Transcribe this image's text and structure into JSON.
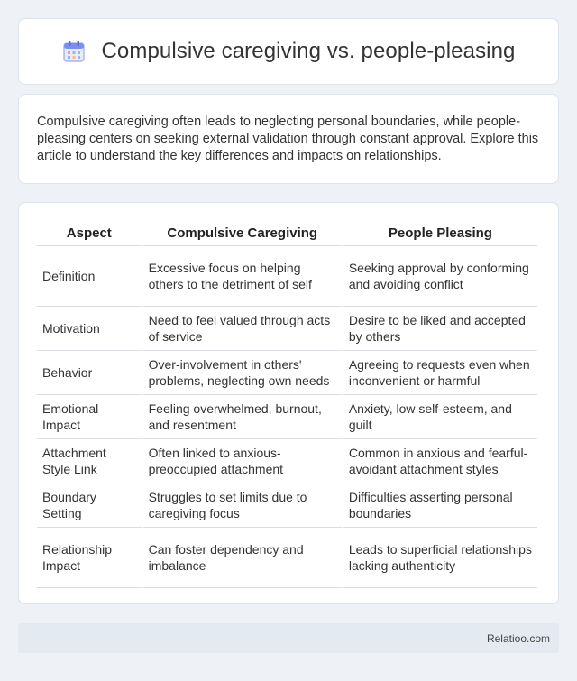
{
  "header": {
    "title": "Compulsive caregiving vs. people-pleasing",
    "icon": "calendar-icon"
  },
  "intro": {
    "text": "Compulsive caregiving often leads to neglecting personal boundaries, while people-pleasing centers on seeking external validation through constant approval. Explore this article to understand the key differences and impacts on relationships."
  },
  "table": {
    "headers": [
      "Aspect",
      "Compulsive Caregiving",
      "People Pleasing"
    ],
    "rows": [
      [
        "Definition",
        "Excessive focus on helping others to the detriment of self",
        "Seeking approval by conforming and avoiding conflict"
      ],
      [
        "Motivation",
        "Need to feel valued through acts of service",
        "Desire to be liked and accepted by others"
      ],
      [
        "Behavior",
        "Over-involvement in others' problems, neglecting own needs",
        "Agreeing to requests even when inconvenient or harmful"
      ],
      [
        "Emotional Impact",
        "Feeling overwhelmed, burnout, and resentment",
        "Anxiety, low self-esteem, and guilt"
      ],
      [
        "Attachment Style Link",
        "Often linked to anxious-preoccupied attachment",
        "Common in anxious and fearful-avoidant attachment styles"
      ],
      [
        "Boundary Setting",
        "Struggles to set limits due to caregiving focus",
        "Difficulties asserting personal boundaries"
      ],
      [
        "Relationship Impact",
        "Can foster dependency and imbalance",
        "Leads to superficial relationships lacking authenticity"
      ]
    ]
  },
  "footer": {
    "site": "Relatioo.com"
  },
  "colors": {
    "background": "#eef2f7",
    "card": "#ffffff",
    "footer": "#e4eaf2",
    "icon_accent": "#7b8ff0"
  }
}
